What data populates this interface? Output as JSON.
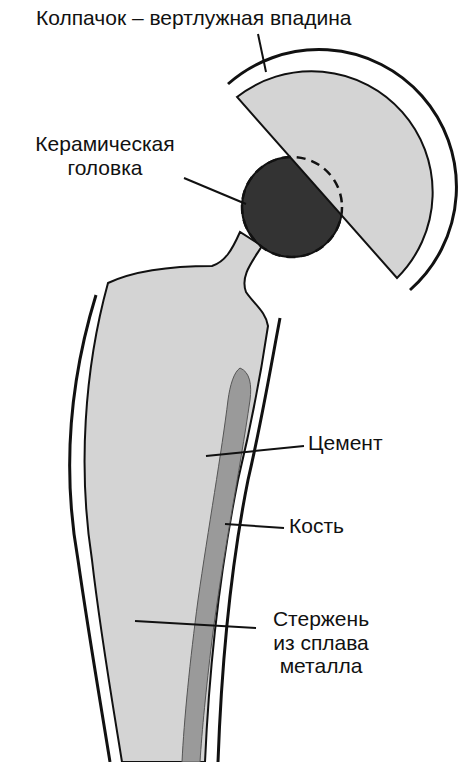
{
  "diagram": {
    "labels": [
      "Колпачок – вертлужная впадина",
      "Керамическая головка",
      "Цемент",
      "Кость",
      "Стержень из сплава металла"
    ]
  }
}
